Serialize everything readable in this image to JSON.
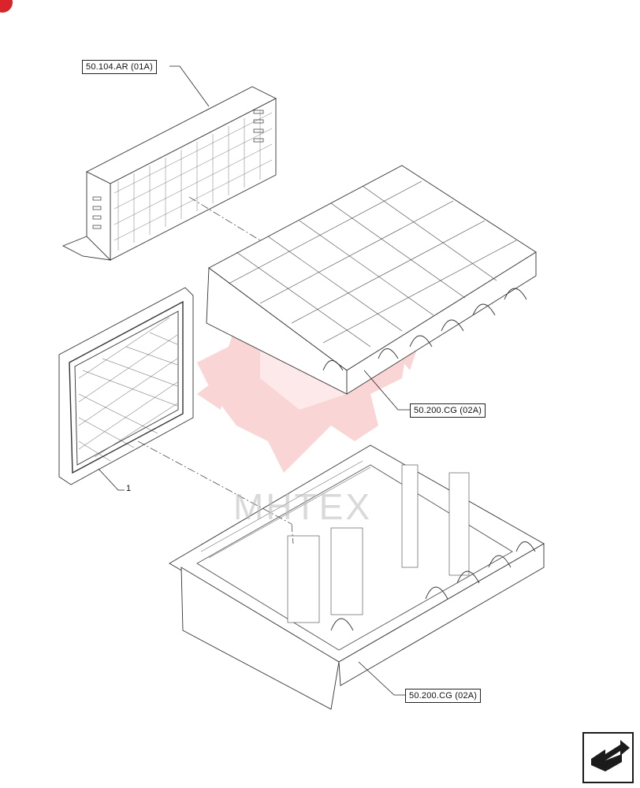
{
  "callouts": {
    "filter_housing_ref": "50.104.AR (01A)",
    "cover_ref": "50.200.CG (02A)",
    "base_ref": "50.200.CG (02A)"
  },
  "items": {
    "filter_item": "1"
  },
  "watermark": {
    "text": "MHTEX"
  },
  "icons": {
    "nav": "next-page-icon",
    "badge": "brand-badge-icon"
  },
  "colors": {
    "line": "#333333",
    "watermark": "#f08a8a",
    "badge": "#d9242b"
  }
}
